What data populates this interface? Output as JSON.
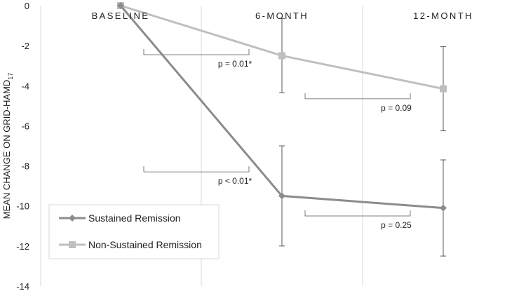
{
  "chart_data": {
    "type": "line",
    "categories": [
      "BASELINE",
      "6-MONTH",
      "12-MONTH"
    ],
    "ylabel": {
      "main": "MEAN CHANGE ON GRID-HAMD",
      "subscript": "17"
    },
    "ylim": [
      -14,
      0
    ],
    "yticks": [
      0,
      -2,
      -4,
      -6,
      -8,
      -10,
      -12,
      -14
    ],
    "series": [
      {
        "name": "Sustained Remission",
        "values": [
          0,
          -9.5,
          -10.1
        ],
        "error": [
          null,
          2.5,
          2.4
        ],
        "color": "#8c8c8c",
        "marker": "diamond"
      },
      {
        "name": "Non-Sustained Remission",
        "values": [
          0,
          -2.5,
          -4.15
        ],
        "error": [
          null,
          1.85,
          2.1
        ],
        "color": "#bfbfbf",
        "marker": "square"
      }
    ],
    "annotations": [
      {
        "text": "p = 0.01*",
        "from": 0,
        "to": 1,
        "y": -2.45
      },
      {
        "text": "p = 0.09",
        "from": 1,
        "to": 2,
        "y": -4.65
      },
      {
        "text": "p < 0.01*",
        "from": 0,
        "to": 1,
        "y": -8.3
      },
      {
        "text": "p = 0.25",
        "from": 1,
        "to": 2,
        "y": -10.5
      }
    ],
    "legend_position": "bottom-left",
    "grid": "vertical"
  }
}
